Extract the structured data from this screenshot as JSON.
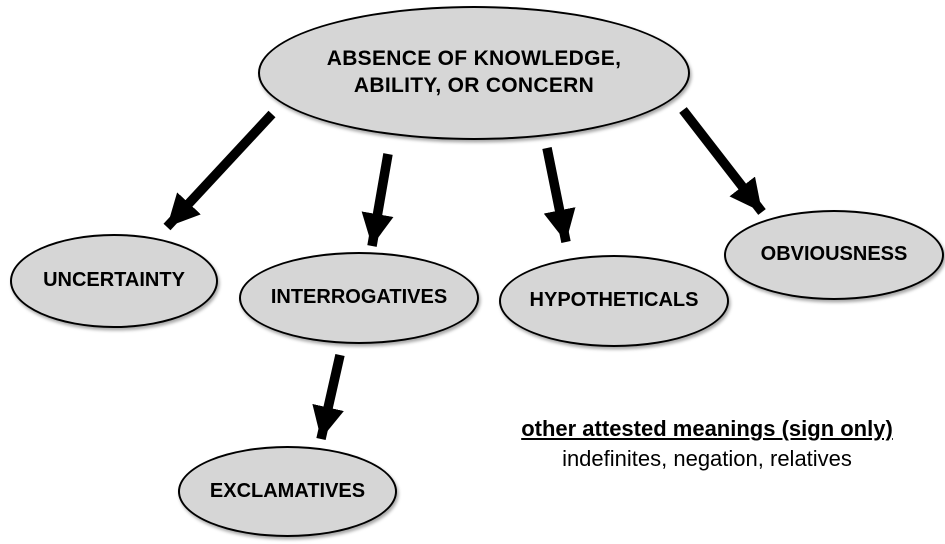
{
  "diagram": {
    "background_color": "#ffffff",
    "node_fill_color": "#d6d6d6",
    "node_border_color": "#000000",
    "arrow_color": "#000000",
    "nodes": [
      {
        "id": "absence",
        "label": "ABSENCE OF KNOWLEDGE, ABILITY, OR CONCERN",
        "lines": [
          "ABSENCE OF KNOWLEDGE,",
          "ABILITY, OR CONCERN"
        ]
      },
      {
        "id": "uncertainty",
        "label": "UNCERTAINTY"
      },
      {
        "id": "interrogatives",
        "label": "INTERROGATIVES"
      },
      {
        "id": "hypotheticals",
        "label": "HYPOTHETICALS"
      },
      {
        "id": "obviousness",
        "label": "OBVIOUSNESS"
      },
      {
        "id": "exclamatives",
        "label": "EXCLAMATIVES"
      }
    ],
    "edges": [
      {
        "from": "absence",
        "to": "uncertainty"
      },
      {
        "from": "absence",
        "to": "interrogatives"
      },
      {
        "from": "absence",
        "to": "hypotheticals"
      },
      {
        "from": "absence",
        "to": "obviousness"
      },
      {
        "from": "interrogatives",
        "to": "exclamatives"
      }
    ],
    "note": {
      "heading": "other attested meanings (sign only)",
      "body": "indefinites, negation, relatives"
    }
  }
}
